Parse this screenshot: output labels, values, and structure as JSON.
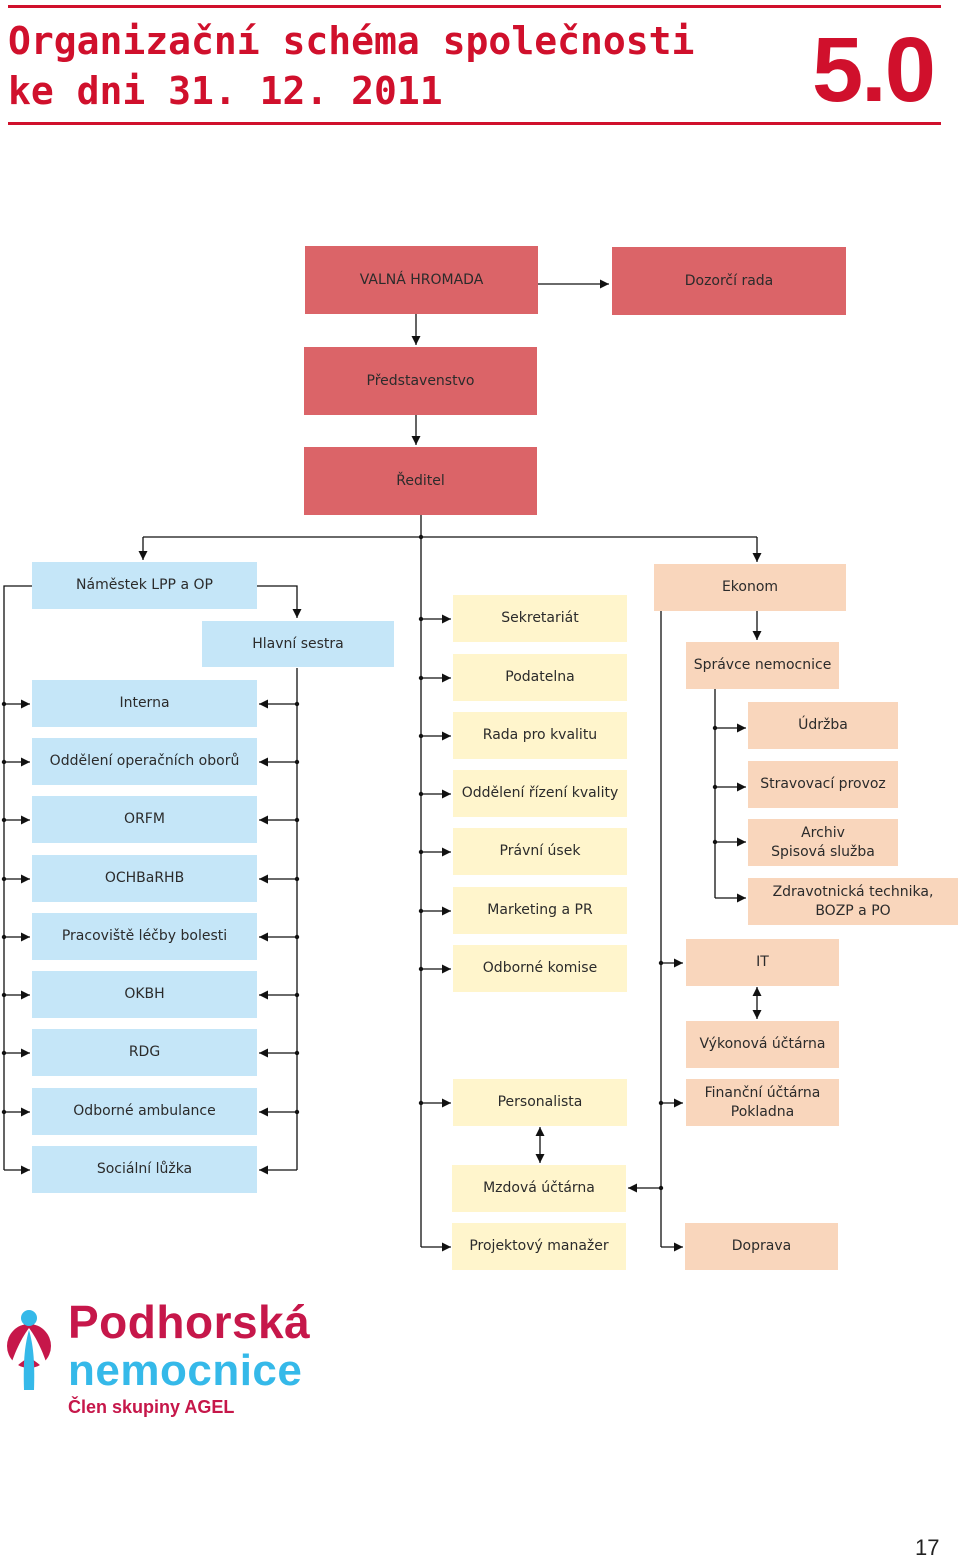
{
  "header": {
    "title_line1": "Organizační schéma společnosti",
    "title_line2": "ke dni 31. 12. 2011",
    "chapter": "5.0"
  },
  "colors": {
    "accent": "#d0102c",
    "board": "#db6468",
    "medical": "#c5e6f8",
    "admin": "#fff5cc",
    "economic": "#f9d6bc"
  },
  "org": {
    "valna": "VALNÁ HROMADA",
    "dozorci": "Dozorčí rada",
    "predstavenstvo": "Představenstvo",
    "reditel": "Ředitel",
    "namestek": "Náměstek LPP a OP",
    "hlavni_sestra": "Hlavní sestra",
    "interna": "Interna",
    "operacni": "Oddělení operačních oborů",
    "orfm": "ORFM",
    "ochbarhb": "OCHBaRHB",
    "bolest": "Pracoviště léčby bolesti",
    "okbh": "OKBH",
    "rdg": "RDG",
    "ambulance": "Odborné ambulance",
    "social": "Sociální lůžka",
    "sekretariat": "Sekretariát",
    "podatelna": "Podatelna",
    "rada": "Rada pro kvalitu",
    "rizeni": "Oddělení řízení kvality",
    "pravni": "Právní úsek",
    "marketing": "Marketing a PR",
    "komise": "Odborné komise",
    "personalista": "Personalista",
    "mzdova": "Mzdová účtárna",
    "projekt": "Projektový manažer",
    "ekonom": "Ekonom",
    "spravce": "Správce nemocnice",
    "udrzba": "Údržba",
    "stravovaci": "Stravovací provoz",
    "archiv": "Archiv\nSpisová služba",
    "zdravotnicka": "Zdravotnická technika,\nBOZP a PO",
    "it": "IT",
    "vykonova": "Výkonová účtárna",
    "financni": "Finanční účtárna\nPokladna",
    "doprava": "Doprava"
  },
  "logo": {
    "name_line1": "Podhorská",
    "name_line2": "nemocnice",
    "tagline": "Člen skupiny AGEL"
  },
  "page_number": "17"
}
